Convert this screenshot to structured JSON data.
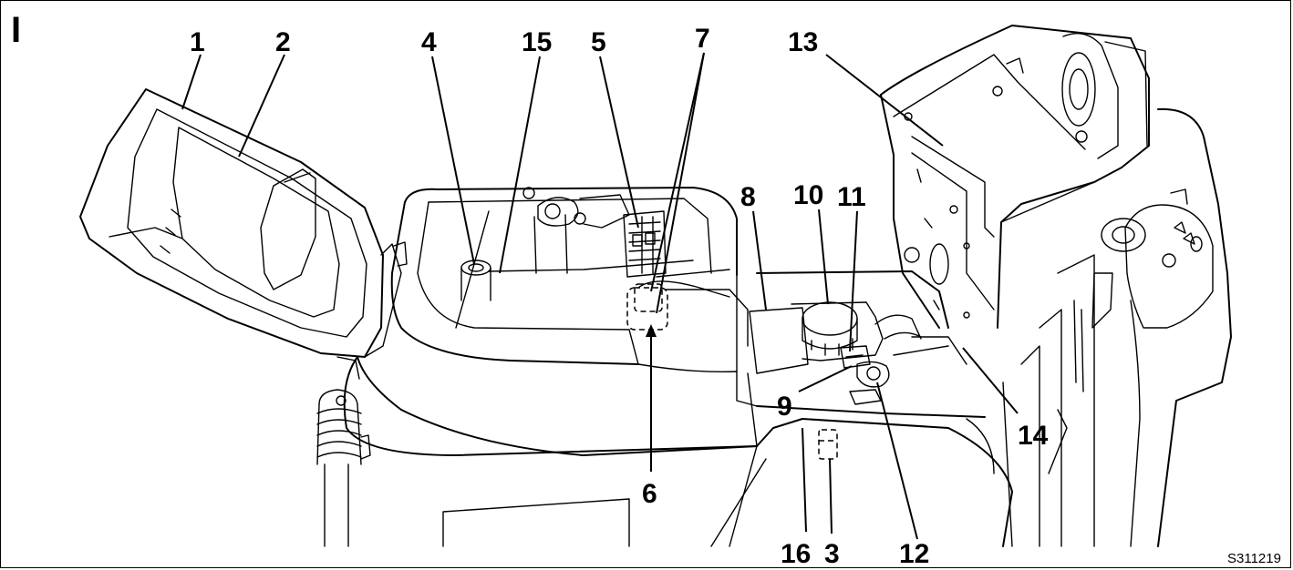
{
  "panel_label": "I",
  "reference_code": "S311219",
  "callouts": {
    "c1": "1",
    "c2": "2",
    "c3": "3",
    "c4": "4",
    "c5": "5",
    "c6": "6",
    "c7": "7",
    "c8": "8",
    "c9": "9",
    "c10": "10",
    "c11": "11",
    "c12": "12",
    "c13": "13",
    "c14": "14",
    "c15": "15",
    "c16": "16"
  }
}
